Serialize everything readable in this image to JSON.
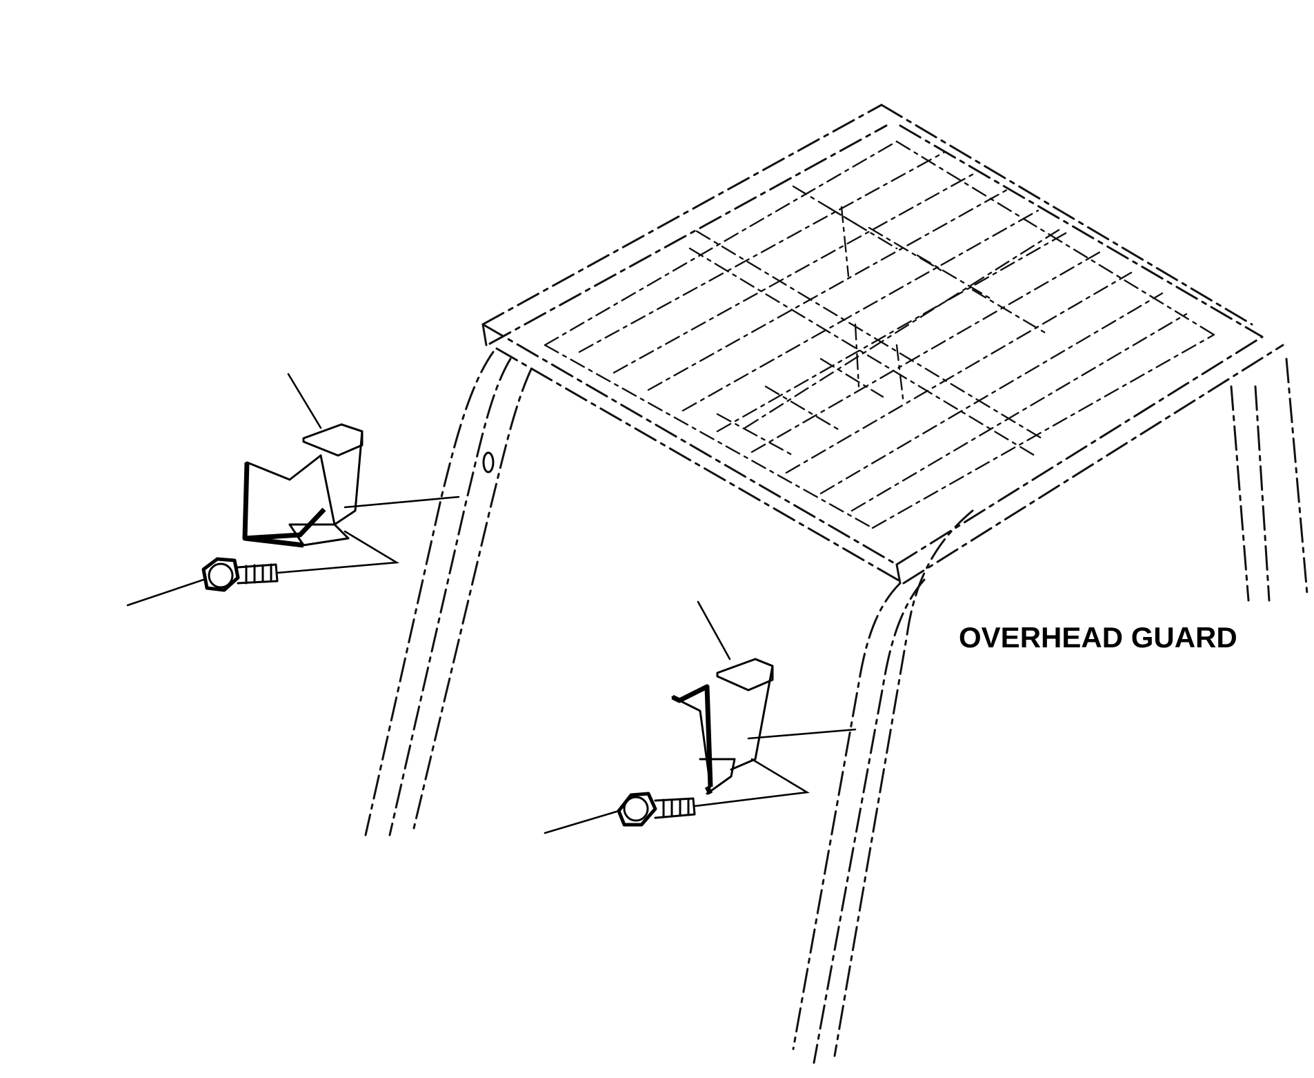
{
  "labels": {
    "overhead_guard": "OVERHEAD GUARD"
  },
  "parts": [
    {
      "name": "left-bracket"
    },
    {
      "name": "left-bolt"
    },
    {
      "name": "right-bracket"
    },
    {
      "name": "right-bolt"
    }
  ]
}
